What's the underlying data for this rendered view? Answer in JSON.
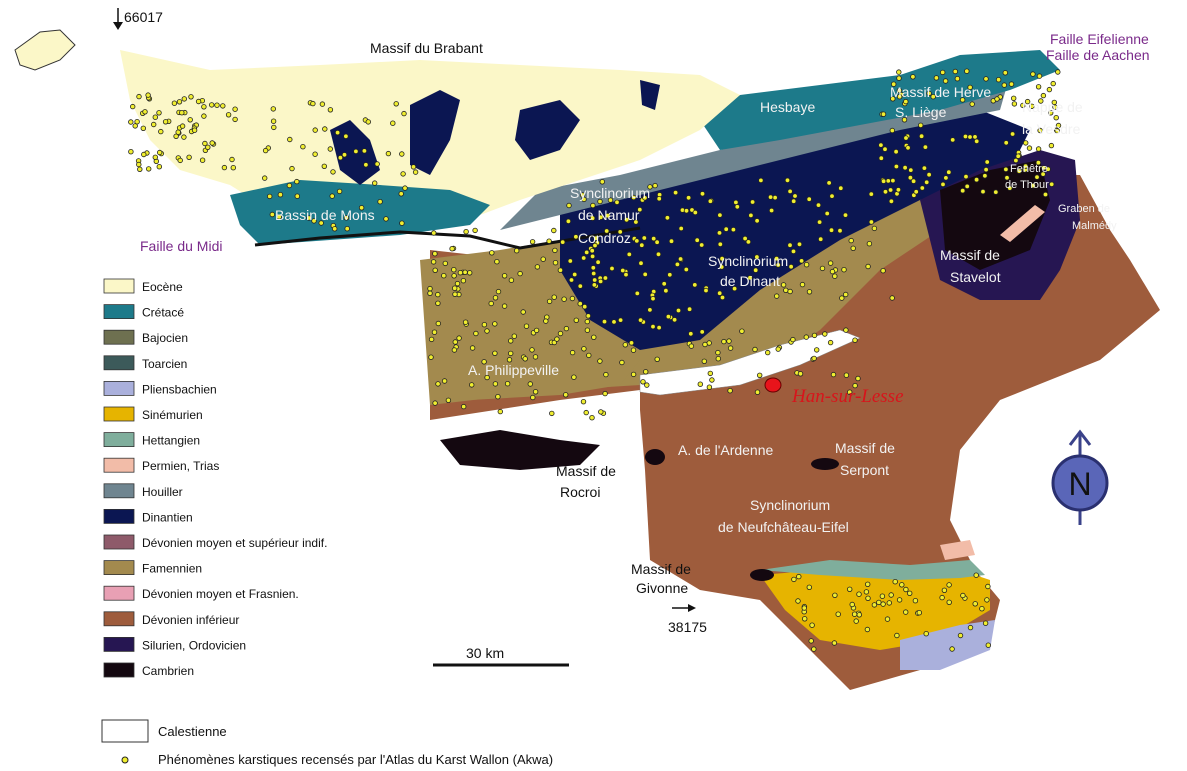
{
  "labels": {
    "top_left_ref": "66017",
    "brabant": "Massif du Brabant",
    "eifel_1": "Faille Eifelienne",
    "eifel_2": "Faille de Aachen",
    "hesbaye": "Hesbaye",
    "herve_1": "Massif de Herve",
    "herve_2": "S. Liège",
    "vesdre_1": "Nappe de",
    "vesdre_2": "la Vesdre",
    "thour_1": "Fenêtre",
    "thour_2": "de Thour",
    "graben_1": "Graben de",
    "graben_2": "Malmédy",
    "namur_1": "Synclinorium",
    "namur_2": "de Namur",
    "condroz": "Condroz",
    "mons": "Bassin de Mons",
    "midi": "Faille du Midi",
    "dinant_1": "Synclinorium",
    "dinant_2": "de Dinant",
    "stavelot_1": "Massif de",
    "stavelot_2": "Stavelot",
    "philippeville": "A. Philippeville",
    "han": "Han-sur-Lesse",
    "ardenne": "A. de l'Ardenne",
    "serpont_1": "Massif de",
    "serpont_2": "Serpont",
    "rocroi_1": "Massif de",
    "rocroi_2": "Rocroi",
    "neuf_1": "Synclinorium",
    "neuf_2": "de Neufchâteau-Eifel",
    "givonne_1": "Massif de",
    "givonne_2": "Givonne",
    "bottom_ref": "38175",
    "scale": "30 km",
    "north": "N"
  },
  "legend": [
    {
      "label": "Eocène",
      "color": "#fbf7c8"
    },
    {
      "label": "Crétacé",
      "color": "#1d7a8a"
    },
    {
      "label": "Bajocien",
      "color": "#6e7050"
    },
    {
      "label": "Toarcien",
      "color": "#3c5a5a"
    },
    {
      "label": "Pliensbachien",
      "color": "#aab0dc"
    },
    {
      "label": "Sinémurien",
      "color": "#e6b400"
    },
    {
      "label": "Hettangien",
      "color": "#7fae9c"
    },
    {
      "label": "Permien, Trias",
      "color": "#f2bca8"
    },
    {
      "label": "Houiller",
      "color": "#6f8590"
    },
    {
      "label": "Dinantien",
      "color": "#0b1652"
    },
    {
      "label": "Dévonien moyen et supérieur indif.",
      "color": "#8e5a6a"
    },
    {
      "label": "Famennien",
      "color": "#a38a4e"
    },
    {
      "label": "Dévonien moyen et Frasnien.",
      "color": "#e8a0b4"
    },
    {
      "label": "Dévonien inférieur",
      "color": "#9e5c3c"
    },
    {
      "label": "Silurien, Ordovicien",
      "color": "#261652"
    },
    {
      "label": "Cambrien",
      "color": "#140810"
    }
  ],
  "legend_calestienne": "Calestienne",
  "legend_points": "Phénomènes karstiques recensés par l'Atlas du Karst Wallon (Akwa)",
  "colors": {
    "karst_point": "#f0ee30",
    "han_marker": "#e8141b",
    "north_fill": "#5a66b8"
  }
}
